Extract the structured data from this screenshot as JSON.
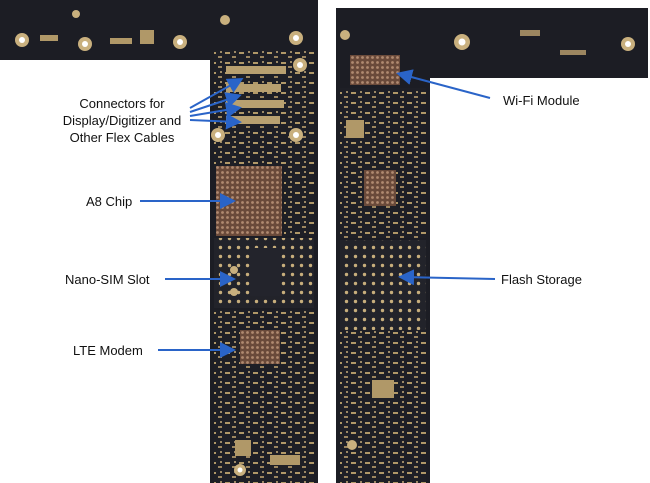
{
  "labels": {
    "connectors": [
      "Connectors for",
      "Display/Digitizer and",
      "Other Flex Cables"
    ],
    "a8_chip": "A8 Chip",
    "nano_sim": "Nano-SIM Slot",
    "lte_modem": "LTE Modem",
    "wifi": "Wi-Fi Module",
    "flash": "Flash Storage"
  },
  "colors": {
    "board": "#1c1d24",
    "copper": "#b8a070",
    "arrow": "#2a64c8",
    "background": "#ffffff"
  }
}
